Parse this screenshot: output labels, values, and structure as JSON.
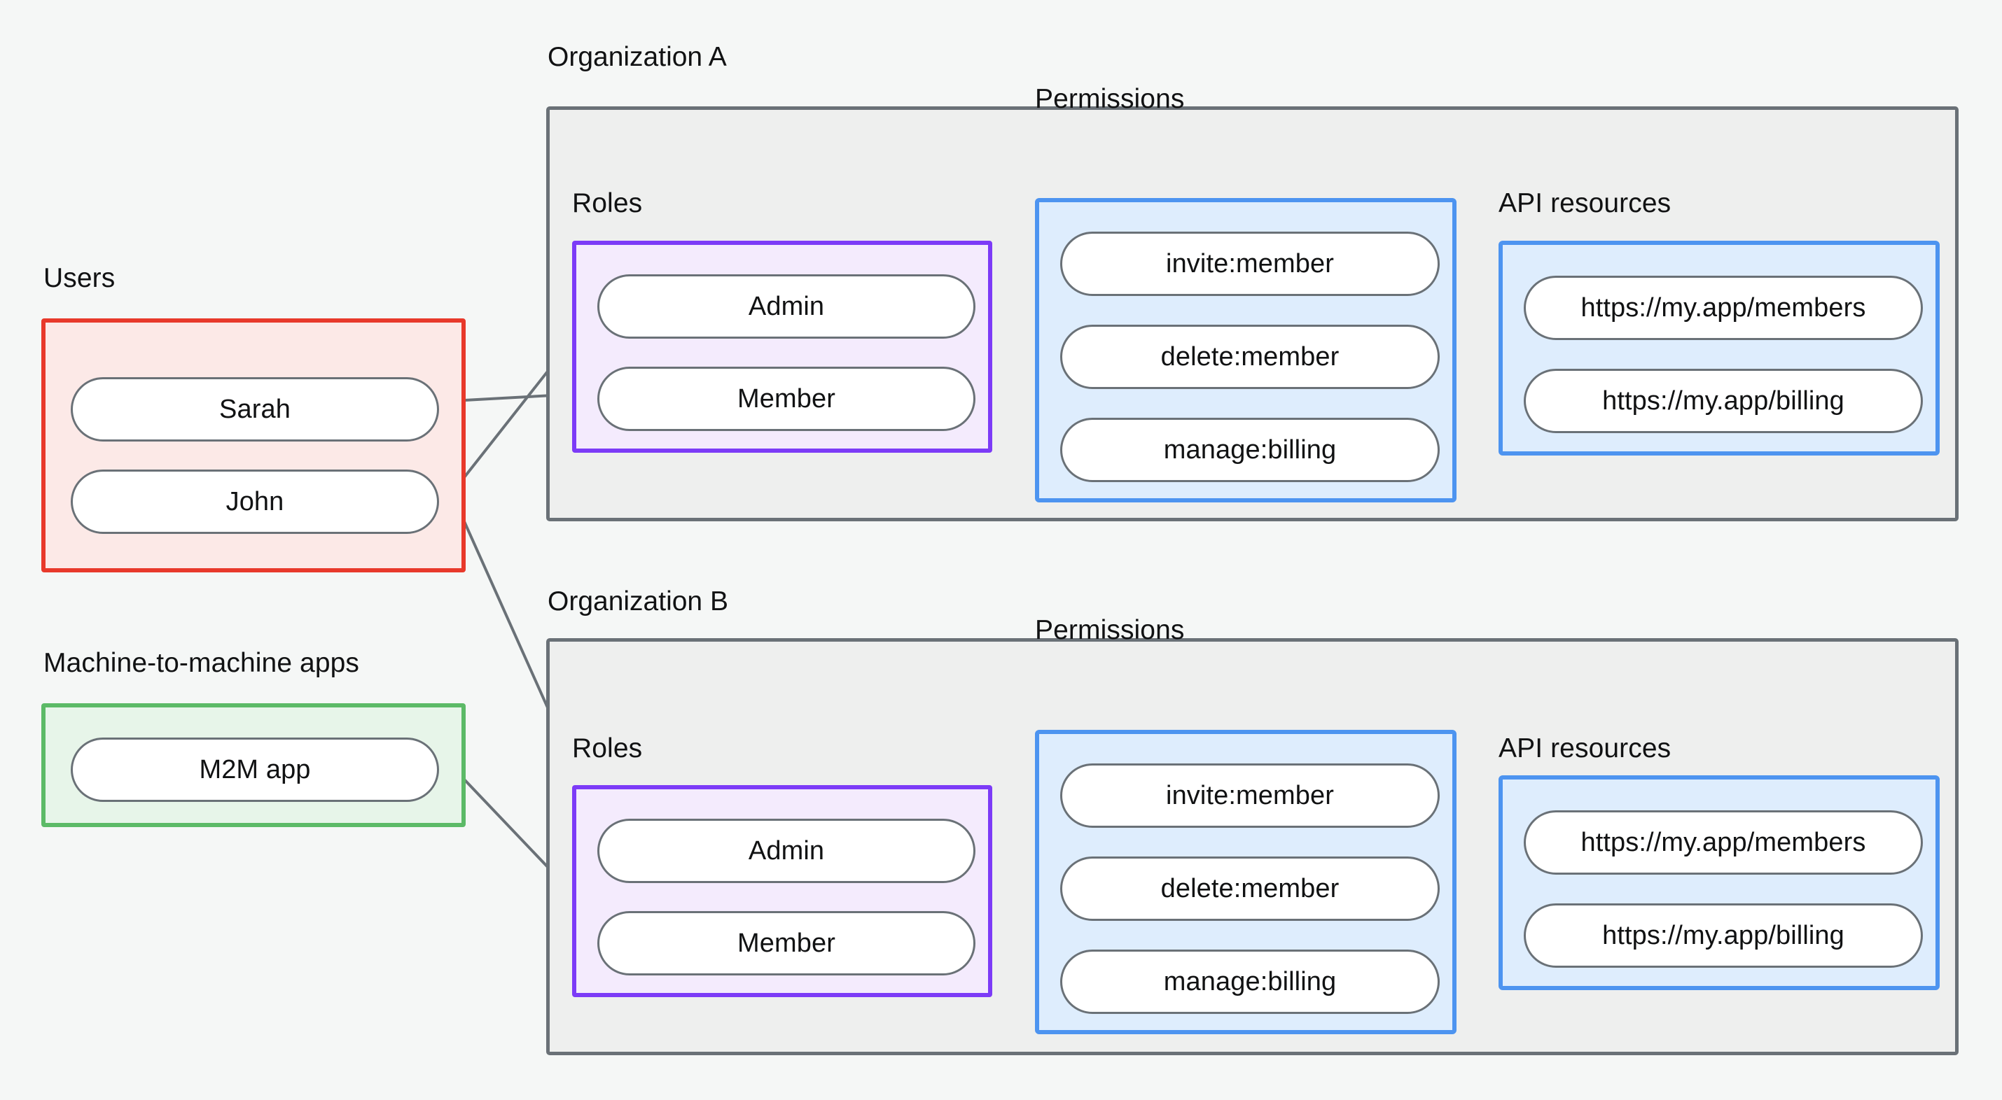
{
  "diagram": {
    "title_users": "Users",
    "title_m2m": "Machine-to-machine apps",
    "colors": {
      "background": "#f5f7f6",
      "org_border": "#6a7177",
      "org_fill": "#eeefee",
      "users_border": "#e8392b",
      "users_fill": "#fce9e7",
      "m2m_border": "#5cba67",
      "m2m_fill": "#e7f5e9",
      "roles_border": "#7c3bf7",
      "roles_fill": "#f4ebfd",
      "blue_border": "#4d94f0",
      "blue_fill": "#deedfd",
      "pill_border": "#6a7177",
      "pill_fill": "#ffffff",
      "edge": "#6a7177",
      "text": "#111213"
    }
  },
  "users": {
    "label": "Users",
    "items": [
      {
        "label": "Sarah"
      },
      {
        "label": "John"
      }
    ]
  },
  "m2m": {
    "label": "Machine-to-machine apps",
    "items": [
      {
        "label": "M2M app"
      }
    ]
  },
  "organizations": [
    {
      "title": "Organization A",
      "roles_label": "Roles",
      "permissions_label": "Permissions",
      "api_label": "API resources",
      "roles": [
        {
          "label": "Admin"
        },
        {
          "label": "Member"
        }
      ],
      "permissions": [
        {
          "label": "invite:member"
        },
        {
          "label": "delete:member"
        },
        {
          "label": "manage:billing"
        }
      ],
      "api_resources": [
        {
          "label": "https://my.app/members"
        },
        {
          "label": "https://my.app/billing"
        }
      ]
    },
    {
      "title": "Organization B",
      "roles_label": "Roles",
      "permissions_label": "Permissions",
      "api_label": "API resources",
      "roles": [
        {
          "label": "Admin"
        },
        {
          "label": "Member"
        }
      ],
      "permissions": [
        {
          "label": "invite:member"
        },
        {
          "label": "delete:member"
        },
        {
          "label": "manage:billing"
        }
      ],
      "api_resources": [
        {
          "label": "https://my.app/members"
        },
        {
          "label": "https://my.app/billing"
        }
      ]
    }
  ],
  "connections": [
    {
      "from": "Sarah",
      "to": "Organization A / Member"
    },
    {
      "from": "John",
      "to": "Organization A / Admin"
    },
    {
      "from": "John",
      "to": "Organization B / Admin"
    },
    {
      "from": "M2M app",
      "to": "Organization B / Member"
    },
    {
      "from": "Organization A / Admin",
      "to": "invite:member"
    },
    {
      "from": "Organization A / Admin",
      "to": "delete:member"
    },
    {
      "from": "Organization A / Member",
      "to": "manage:billing"
    },
    {
      "from": "invite:member",
      "to": "https://my.app/members"
    },
    {
      "from": "delete:member",
      "to": "https://my.app/members"
    },
    {
      "from": "manage:billing",
      "to": "https://my.app/billing"
    },
    {
      "from": "Organization B / Admin",
      "to": "invite:member"
    },
    {
      "from": "Organization B / Admin",
      "to": "delete:member"
    },
    {
      "from": "Organization B / Member",
      "to": "manage:billing"
    },
    {
      "from": "invite:member",
      "to": "https://my.app/members"
    },
    {
      "from": "delete:member",
      "to": "https://my.app/members"
    },
    {
      "from": "manage:billing",
      "to": "https://my.app/billing"
    }
  ]
}
